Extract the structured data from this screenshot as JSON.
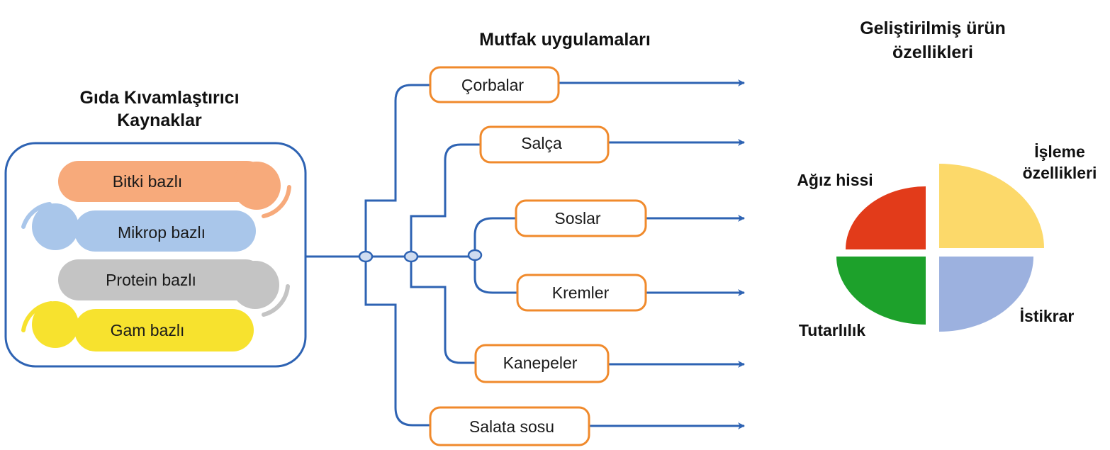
{
  "sources": {
    "title_line1": "Gıda Kıvamlaştırıcı",
    "title_line2": "Kaynaklar",
    "items": [
      {
        "label": "Bitki bazlı",
        "color": "#f7aa7b",
        "accent": "#f7aa7b"
      },
      {
        "label": "Mikrop bazlı",
        "color": "#a9c6ea",
        "accent": "#a9c6ea"
      },
      {
        "label": "Protein bazlı",
        "color": "#c4c4c4",
        "accent": "#c4c4c4"
      },
      {
        "label": "Gam bazlı",
        "color": "#f7e22e",
        "accent": "#f7e22e"
      }
    ]
  },
  "applications": {
    "title": "Mutfak uygulamaları",
    "items": [
      {
        "label": "Çorbalar"
      },
      {
        "label": "Salça"
      },
      {
        "label": "Soslar"
      },
      {
        "label": "Kremler"
      },
      {
        "label": "Kanepeler"
      },
      {
        "label": "Salata sosu"
      }
    ]
  },
  "properties": {
    "title_line1": "Geliştirilmiş ürün",
    "title_line2": "özellikleri",
    "quadrants": [
      {
        "label_lines": [
          "İşleme",
          "özellikleri"
        ],
        "color": "#fcd96a"
      },
      {
        "label_lines": [
          "Ağız hissi"
        ],
        "color": "#e23b1a"
      },
      {
        "label_lines": [
          "Tutarlılık"
        ],
        "color": "#1da12b"
      },
      {
        "label_lines": [
          "İstikrar"
        ],
        "color": "#9cb1df"
      }
    ]
  },
  "colors": {
    "connector": "#2e63b3",
    "box_border": "#f08a2c",
    "sources_border": "#2e63b3"
  }
}
